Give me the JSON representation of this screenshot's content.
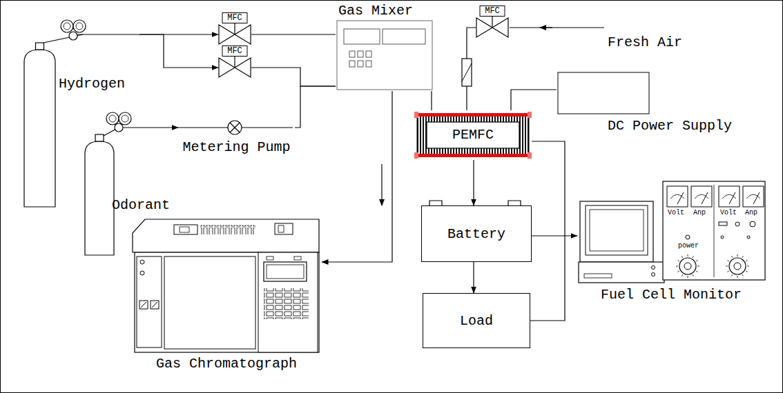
{
  "diagram": {
    "nodes": [
      {
        "text": [
          "Hydrogen"
        ]
      },
      {
        "text": [
          "Odorant"
        ]
      },
      {
        "text": [
          "MFC"
        ]
      },
      {
        "text": [
          "MFC"
        ]
      },
      {
        "text": [
          "Metering Pump"
        ]
      },
      {
        "text": [
          "Gas Mixer"
        ]
      },
      {
        "text": [
          "MFC"
        ]
      },
      {
        "text": [
          "PEMFC"
        ]
      },
      {
        "text": [
          "DC Power Supply"
        ]
      },
      {
        "text": [
          "Battery"
        ]
      },
      {
        "text": [
          "Load"
        ]
      },
      {
        "text": [
          "Gas Chromatograph"
        ]
      },
      {
        "text": [
          "Fuel Cell Monitor",
          "Volt",
          "Anp",
          "Volt",
          "Anp",
          "power"
        ]
      }
    ],
    "edges": [
      {
        "from": 0,
        "to": 2,
        "arrow": "to"
      },
      {
        "from": 0,
        "to": 3,
        "arrow": "to"
      },
      {
        "from": 1,
        "to": 4,
        "arrow": "to"
      },
      {
        "from": 2,
        "to": 5,
        "arrow": "none"
      },
      {
        "from": 3,
        "to": 5,
        "arrow": "none"
      },
      {
        "from": 4,
        "to": 5,
        "arrow": "none"
      },
      {
        "from": 5,
        "to": 7,
        "arrow": "none"
      },
      {
        "from": 5,
        "to": 11,
        "arrow": "to"
      },
      {
        "from": 6,
        "to": 7,
        "arrow": "none"
      },
      {
        "from": 8,
        "to": 7,
        "arrow": "none"
      },
      {
        "from": 7,
        "to": 9,
        "arrow": "to"
      },
      {
        "from": 9,
        "to": 10,
        "arrow": "to"
      },
      {
        "from": 9,
        "to": 12,
        "arrow": "to"
      },
      {
        "from": 7,
        "to": 10,
        "arrow": "none"
      }
    ],
    "labels": [
      "Fresh Air"
    ]
  }
}
